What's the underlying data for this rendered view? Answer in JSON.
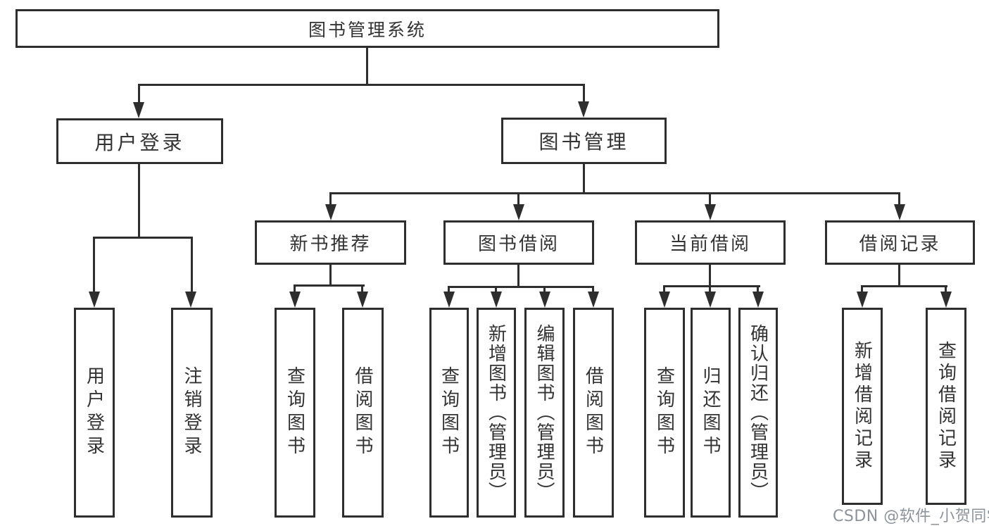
{
  "diagram": {
    "root": {
      "label": "图书管理系统"
    },
    "level2": [
      {
        "label": "用户登录"
      },
      {
        "label": "图书管理"
      }
    ],
    "level3": [
      {
        "label": "新书推荐"
      },
      {
        "label": "图书借阅"
      },
      {
        "label": "当前借阅"
      },
      {
        "label": "借阅记录"
      }
    ],
    "leaves": {
      "login": [
        {
          "label": "用户登录"
        },
        {
          "label": "注销登录"
        }
      ],
      "recommend": [
        {
          "label": "查询图书"
        },
        {
          "label": "借阅图书"
        }
      ],
      "borrow": [
        {
          "label": "查询图书"
        },
        {
          "label": "新增图书（管理员）"
        },
        {
          "label": "编辑图书（管理员）"
        },
        {
          "label": "借阅图书"
        }
      ],
      "current": [
        {
          "label": "查询图书"
        },
        {
          "label": "归还图书"
        },
        {
          "label": "确认归还（管理员）"
        }
      ],
      "records": [
        {
          "label": "新增借阅记录"
        },
        {
          "label": "查询借阅记录"
        }
      ]
    },
    "watermark": "CSDN @软件_小贺同学",
    "colors": {
      "line": "#2e2e2e",
      "box_fill": "#ffffff",
      "text": "#333333",
      "watermark": "#8d939a"
    }
  }
}
